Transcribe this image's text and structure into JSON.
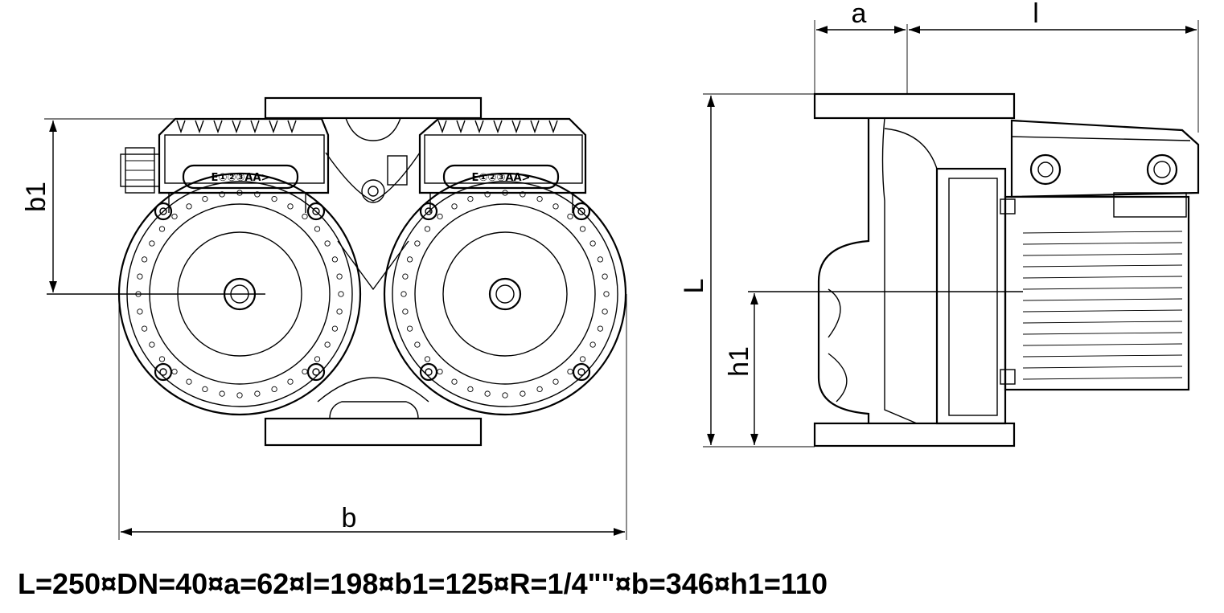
{
  "dimensions": {
    "front": {
      "b1": "b1",
      "b": "b"
    },
    "side": {
      "a": "a",
      "l": "l",
      "L": "L",
      "h1": "h1"
    }
  },
  "control_panel": {
    "left_text": "E①②③AA>",
    "right_text": "E①②③AA>"
  },
  "specs_line": "L=250¤DN=40¤a=62¤l=198¤b1=125¤R=1/4\"\"¤b=346¤h1=110"
}
